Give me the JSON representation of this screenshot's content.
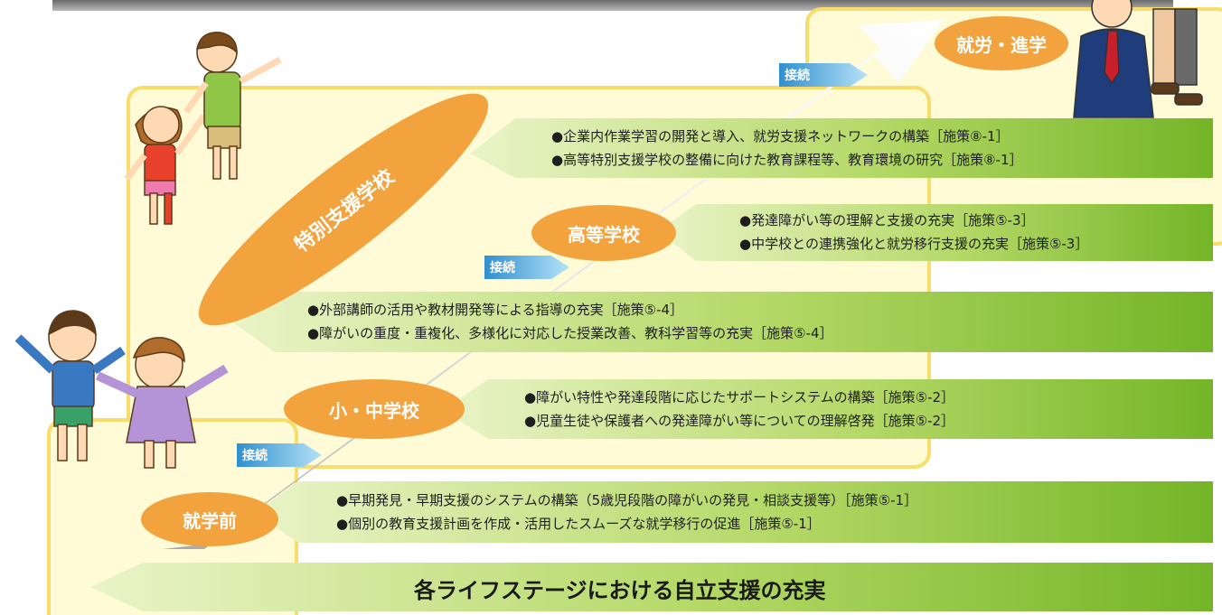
{
  "colors": {
    "panel_fill": "#fffbd6",
    "panel_border": "#f9dc6a",
    "banner_light": "#e6f2c3",
    "banner_dark": "#76b62a",
    "oval": "#f3a33d",
    "tag_dark": "#2f8fce",
    "tag_light": "#9fd8f5",
    "top_bar": "#5f5f5f"
  },
  "stages": {
    "employment": "就労・進学",
    "special_school": "特別支援学校",
    "high_school": "高等学校",
    "elem_middle": "小・中学校",
    "preschool": "就学前"
  },
  "connect_label": "接続",
  "banners": {
    "special_upper": [
      "●企業内作業学習の開発と導入、就労支援ネットワークの構築［施策⑧-1］",
      "●高等特別支援学校の整備に向けた教育課程等、教育環境の研究［施策⑧-1］"
    ],
    "high_school": [
      "●発達障がい等の理解と支援の充実［施策⑤-3］",
      "●中学校との連携強化と就労移行支援の充実［施策⑤-3］"
    ],
    "special_lower": [
      "●外部講師の活用や教材開発等による指導の充実［施策⑤-4］",
      "●障がいの重度・重複化、多様化に対応した授業改善、教科学習等の充実［施策⑤-4］"
    ],
    "elem_middle": [
      "●障がい特性や発達段階に応じたサポートシステムの構築［施策⑤-2］",
      "●児童生徒や保護者への発達障がい等についての理解啓発［施策⑤-2］"
    ],
    "preschool": [
      "●早期発見・早期支援のシステムの構築（5歳児段階の障がいの発見・相談支援等）［施策⑤-1］",
      "●個別の教育支援計画を作成・活用したスムーズな就学移行の促進［施策⑤-1］"
    ]
  },
  "bottom_title": "各ライフステージにおける自立支援の充実"
}
